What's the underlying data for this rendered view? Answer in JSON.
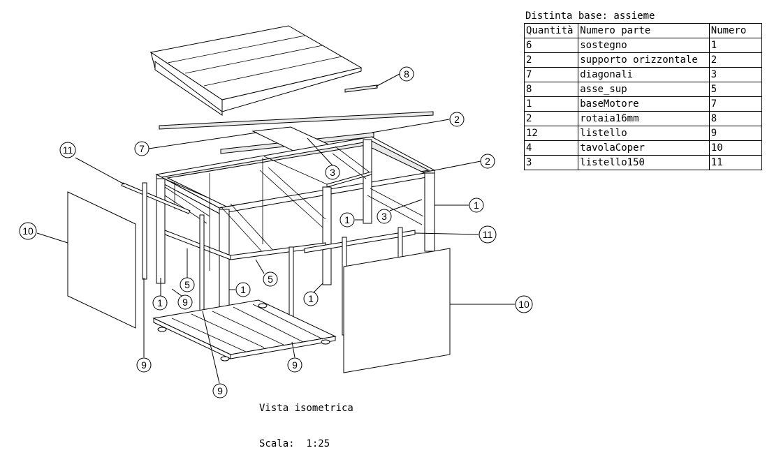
{
  "bom": {
    "title": "Distinta base: assieme",
    "headers": [
      "Quantità",
      "Numero parte",
      "Numero"
    ],
    "rows": [
      [
        "6",
        "sostegno",
        "1"
      ],
      [
        "2",
        "supporto orizzontale",
        "2"
      ],
      [
        "7",
        "diagonali",
        "3"
      ],
      [
        "8",
        "asse_sup",
        "5"
      ],
      [
        "1",
        "baseMotore",
        "7"
      ],
      [
        "2",
        "rotaia16mm",
        "8"
      ],
      [
        "12",
        "listello",
        "9"
      ],
      [
        "4",
        "tavolaCoper",
        "10"
      ],
      [
        "3",
        "listello150",
        "11"
      ]
    ]
  },
  "caption": {
    "view": "Vista isometrica",
    "scale": "Scala:  1:25"
  },
  "callouts": [
    "8",
    "2",
    "7",
    "3",
    "2",
    "11",
    "1",
    "1",
    "3",
    "11",
    "10",
    "10",
    "5",
    "5",
    "1",
    "1",
    "9",
    "1",
    "9",
    "9",
    "9"
  ]
}
